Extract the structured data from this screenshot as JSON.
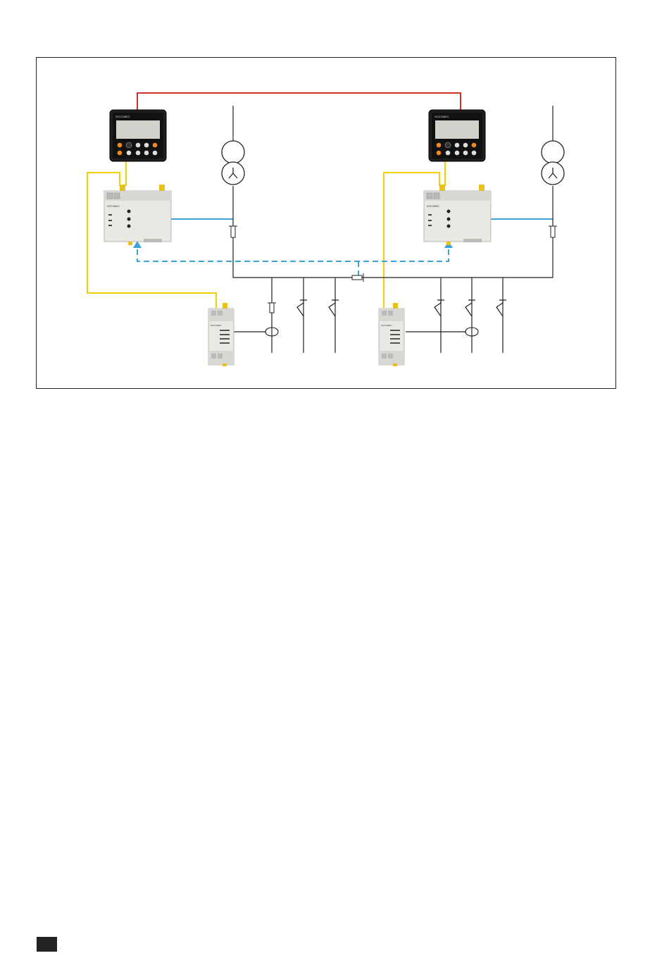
{
  "colors": {
    "frame": "#222222",
    "red_link": "#d0312d",
    "yellow_link": "#f5d000",
    "blue_link": "#3ba2dc",
    "device_body": "#e9e9e4",
    "device_panel": "#d8d8d2",
    "display_body": "#1e1e1e",
    "lcd": "#cfd3cc",
    "orange_key": "#f08a1c",
    "terminal_yellow": "#e7c21a"
  },
  "devices": {
    "display_left": {
      "brand": "SOCOMEC"
    },
    "display_right": {
      "brand": "SOCOMEC"
    },
    "controller_left": {
      "brand": "SOCOMEC"
    },
    "controller_right": {
      "brand": "SOCOMEC"
    },
    "module_left": {
      "brand": "SOCOMEC"
    },
    "module_right": {
      "brand": "SOCOMEC"
    }
  },
  "icons": [
    "transformer-icon",
    "fuse-icon",
    "switch-icon",
    "current-sensor-icon"
  ]
}
